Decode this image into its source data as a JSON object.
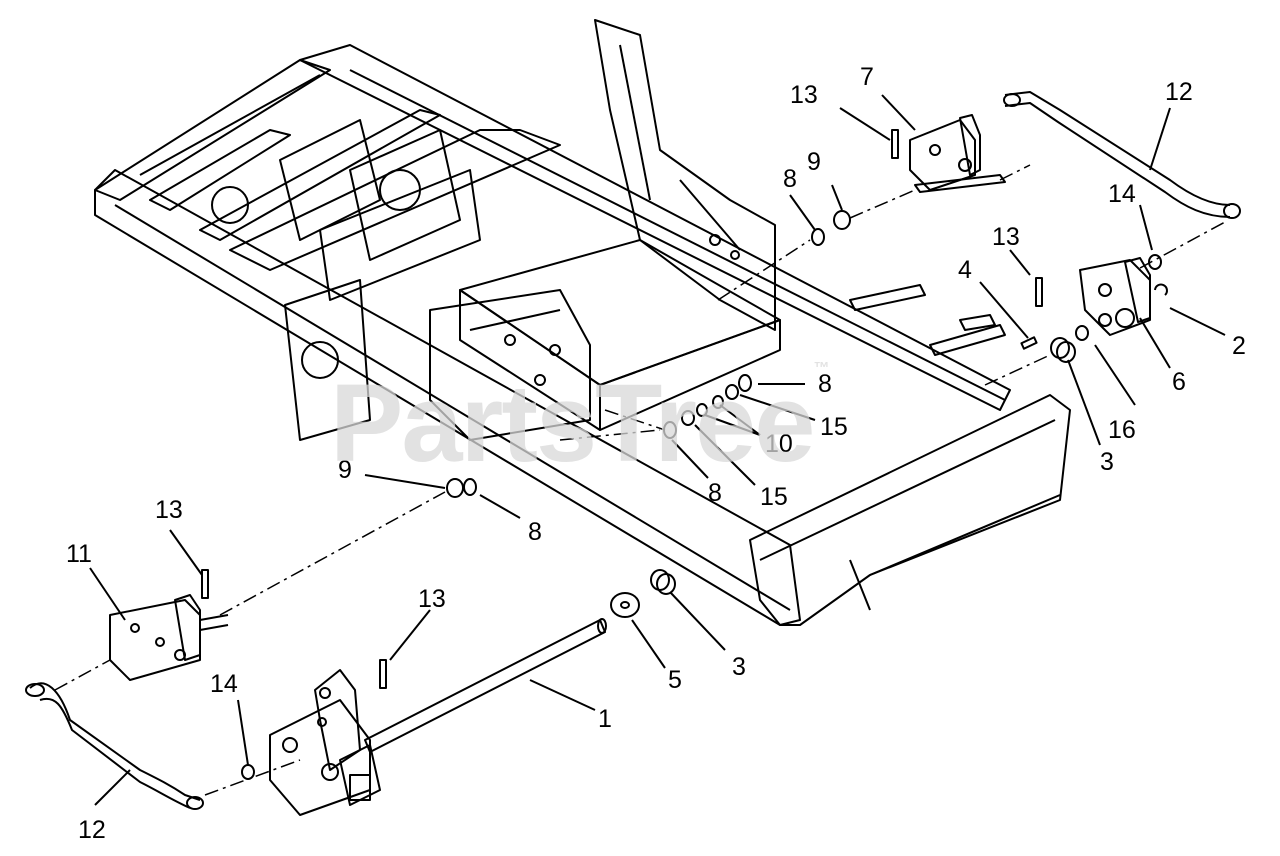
{
  "watermark": {
    "text": "PartsTree",
    "tm": "™"
  },
  "colors": {
    "line": "#000000",
    "background": "#ffffff",
    "watermark": "#d9d9d9"
  },
  "callouts": [
    {
      "id": "c1",
      "label": "1"
    },
    {
      "id": "c2",
      "label": "2"
    },
    {
      "id": "c3a",
      "label": "3"
    },
    {
      "id": "c3b",
      "label": "3"
    },
    {
      "id": "c4",
      "label": "4"
    },
    {
      "id": "c5",
      "label": "5"
    },
    {
      "id": "c6",
      "label": "6"
    },
    {
      "id": "c7",
      "label": "7"
    },
    {
      "id": "c8a",
      "label": "8"
    },
    {
      "id": "c8b",
      "label": "8"
    },
    {
      "id": "c8c",
      "label": "8"
    },
    {
      "id": "c8d",
      "label": "8"
    },
    {
      "id": "c9a",
      "label": "9"
    },
    {
      "id": "c9b",
      "label": "9"
    },
    {
      "id": "c10",
      "label": "10"
    },
    {
      "id": "c11",
      "label": "11"
    },
    {
      "id": "c12a",
      "label": "12"
    },
    {
      "id": "c12b",
      "label": "12"
    },
    {
      "id": "c13a",
      "label": "13"
    },
    {
      "id": "c13b",
      "label": "13"
    },
    {
      "id": "c13c",
      "label": "13"
    },
    {
      "id": "c13d",
      "label": "13"
    },
    {
      "id": "c14a",
      "label": "14"
    },
    {
      "id": "c14b",
      "label": "14"
    },
    {
      "id": "c15a",
      "label": "15"
    },
    {
      "id": "c15b",
      "label": "15"
    },
    {
      "id": "c16",
      "label": "16"
    }
  ]
}
